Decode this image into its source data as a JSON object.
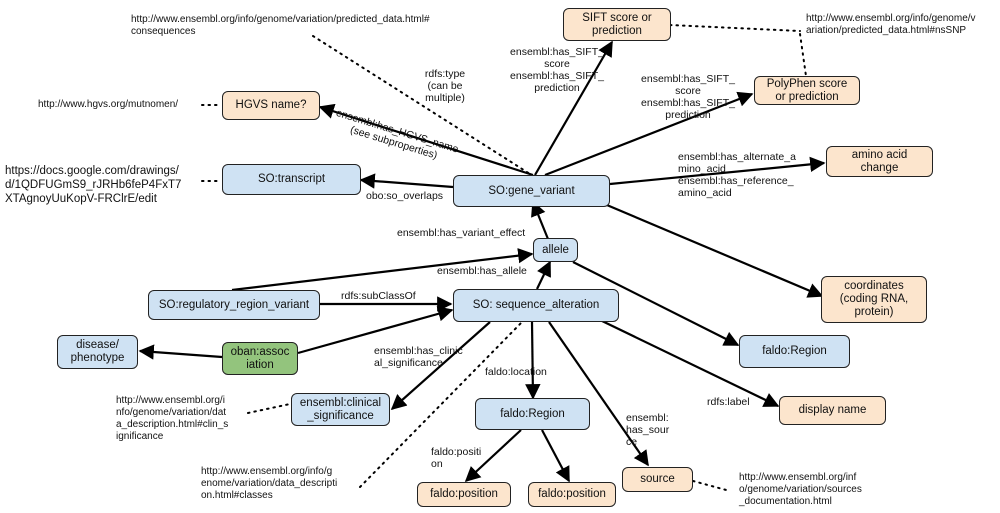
{
  "nodes": {
    "sift": "SIFT score or\nprediction",
    "polyphen": "PolyPhen score\nor prediction",
    "hgvs": "HGVS name?",
    "transcript": "SO:transcript",
    "gene_variant": "SO:gene_variant",
    "amino_acid": "amino acid\nchange",
    "allele": "allele",
    "coordinates": "coordinates\n(coding RNA,\nprotein)",
    "regulatory": "SO:regulatory_region_variant",
    "seq_alt": "SO: sequence_alteration",
    "disease": "disease/\nphenotype",
    "oban": "oban:assoc\niation",
    "faldo_region_right": "faldo:Region",
    "clinical": "ensembl:clinical\n_significance",
    "faldo_region_mid": "faldo:Region",
    "display_name": "display name",
    "faldo_pos_1": "faldo:position",
    "faldo_pos_2": "faldo:position",
    "source": "source"
  },
  "edge_labels": {
    "rdfs_type": "rdfs:type\n(can be\nmultiple)",
    "has_sift": "ensembl:has_SIFT_\nscore\nensembl:has_SIFT_\nprediction",
    "has_polyphen": "ensembl:has_SIFT_\nscore\nensembl:has_SIFT_\nprediction",
    "has_hgvs": "ensembl:has_HGVS_name\n(see subproperties)",
    "so_overlaps": "obo:so_overlaps",
    "has_alt_ref": "ensembl:has_alternate_a\nmino_acid\nensembl:has_reference_\namino_acid",
    "has_variant_effect": "ensembl:has_variant_effect",
    "has_allele": "ensembl:has_allele",
    "subclassof": "rdfs:subClassOf",
    "has_clinical": "ensembl:has_clinic\nal_significance",
    "faldo_location": "faldo:location",
    "rdfs_label": "rdfs:label",
    "has_source": "ensembl:\nhas_sour\nce",
    "faldo_position": "faldo:positi\non"
  },
  "urls": {
    "consequences": "http://www.ensembl.org/info/genome/variation/predicted_data.html#\nconsequences",
    "nssnp": "http://www.ensembl.org/info/genome/v\nariation/predicted_data.html#nsSNP",
    "hgvs": "http://www.hgvs.org/mutnomen/",
    "gdoc": "https://docs.google.com/drawings/\nd/1QDFUGmS9_rJRHb6feP4FxT7\nXTAgnoyUuKopV-FRClrE/edit",
    "clin_sig": "http://www.ensembl.org/i\nnfo/genome/variation/dat\na_description.html#clin_s\nignificance",
    "classes": "http://www.ensembl.org/info/g\nenome/variation/data_descripti\non.html#classes",
    "sources": "http://www.ensembl.org/inf\no/genome/variation/sources\n_documentation.html"
  },
  "colors": {
    "blue_node": "#cfe2f3",
    "orange_node": "#fce5cd",
    "green_node": "#93c47d",
    "stroke": "#000000"
  }
}
